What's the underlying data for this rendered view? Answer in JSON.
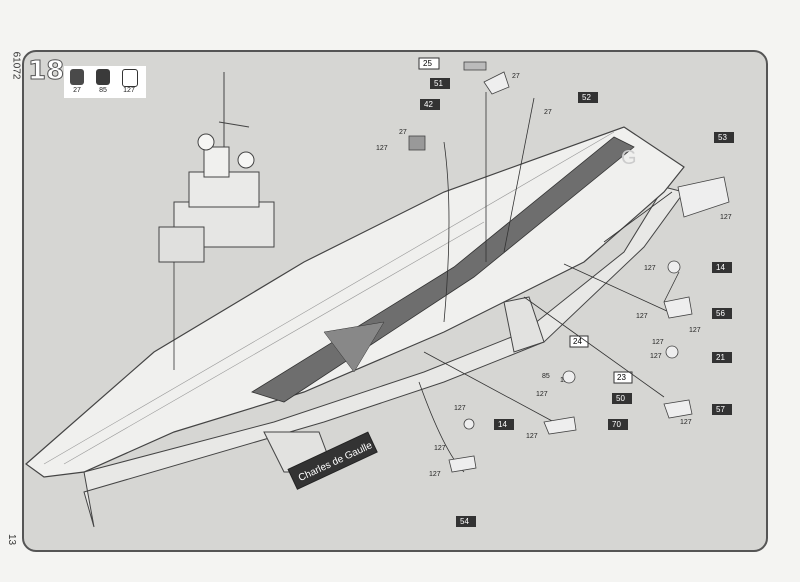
{
  "page": {
    "catalog_number": "61072",
    "page_number": "13"
  },
  "step": {
    "number": "18"
  },
  "paints": [
    {
      "code": "27",
      "color": "#4a4a4a"
    },
    {
      "code": "85",
      "color": "#3a3a3a"
    },
    {
      "code": "127",
      "color": "#6a6a6a"
    }
  ],
  "ship_name": "Charles de Gaulle",
  "deck_marking": "G",
  "part_callouts": [
    "25",
    "51",
    "52",
    "42",
    "53",
    "14",
    "56",
    "24",
    "23",
    "21",
    "50",
    "57",
    "70",
    "14",
    "54"
  ],
  "paint_callouts": [
    "27",
    "27",
    "27",
    "127",
    "127",
    "127",
    "127",
    "127",
    "85",
    "127",
    "127",
    "127",
    "127",
    "127",
    "127",
    "127",
    "127",
    "127"
  ]
}
